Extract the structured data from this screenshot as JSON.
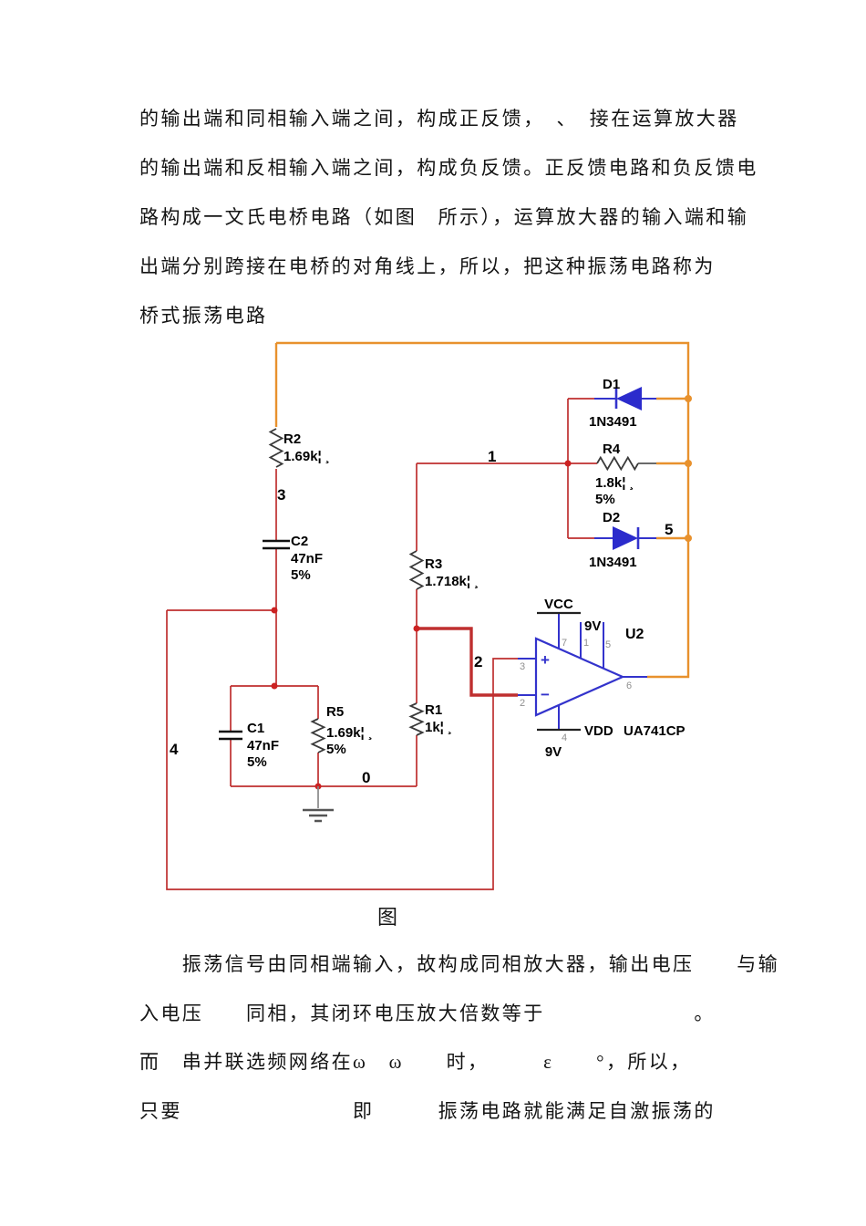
{
  "doc": {
    "top_paragraph_lines": [
      "的输出端和同相输入端之间，构成正反馈，　、　接在运算放大器",
      "的输出端和反相输入端之间，构成负反馈。正反馈电路和负反馈电",
      "路构成一文氏电桥电路（如图　所示），运算放大器的输入端和输",
      "出端分别跨接在电桥的对角线上，所以，把这种振荡电路称为",
      "桥式振荡电路"
    ],
    "figure_caption": "图",
    "bottom_paragraph_lines": [
      "　　振荡信号由同相端输入，故构成同相放大器，输出电压　　与输",
      "入电压　　同相，其闭环电压放大倍数等于　　　　　　　。",
      "而　串并联选频网络在ω　ω　　时，　　　ε　　°，所以，",
      "只要　　　　　　　　即　　　振荡电路就能满足自激振荡的"
    ]
  },
  "circuit": {
    "colors": {
      "wire_red": "#bf2f2f",
      "wire_orange": "#e8912d",
      "component_blue": "#3333cc",
      "lead_gray": "#606060",
      "label_black": "#000000",
      "pin_gray": "#909090"
    },
    "nodes": {
      "n0": "0",
      "n1": "1",
      "n2": "2",
      "n3": "3",
      "n4": "4",
      "n5": "5"
    },
    "components": {
      "R2": {
        "name": "R2",
        "value": "1.69k¦ ¸"
      },
      "C2": {
        "name": "C2",
        "value": "47nF",
        "tolerance": "5%"
      },
      "R3": {
        "name": "R3",
        "value": "1.718k¦ ¸"
      },
      "C1": {
        "name": "C1",
        "value": "47nF",
        "tolerance": "5%"
      },
      "R5": {
        "name": "R5",
        "value": "1.69k¦ ¸",
        "tolerance": "5%"
      },
      "R1": {
        "name": "R1",
        "value": "1k¦ ¸"
      },
      "R4": {
        "name": "R4",
        "value": "1.8k¦ ¸",
        "tolerance": "5%"
      },
      "D1": {
        "name": "D1",
        "part": "1N3491"
      },
      "D2": {
        "name": "D2",
        "part": "1N3491"
      },
      "U2": {
        "name": "U2",
        "part": "UA741CP",
        "vcc_label": "VCC",
        "vcc_value": "9V",
        "vdd_label": "VDD",
        "vdd_value": "9V",
        "plus": "+",
        "minus": "−",
        "pin7": "7",
        "pin1": "1",
        "pin5": "5",
        "pin3": "3",
        "pin2": "2",
        "pin6": "6",
        "pin4": "4"
      }
    }
  }
}
